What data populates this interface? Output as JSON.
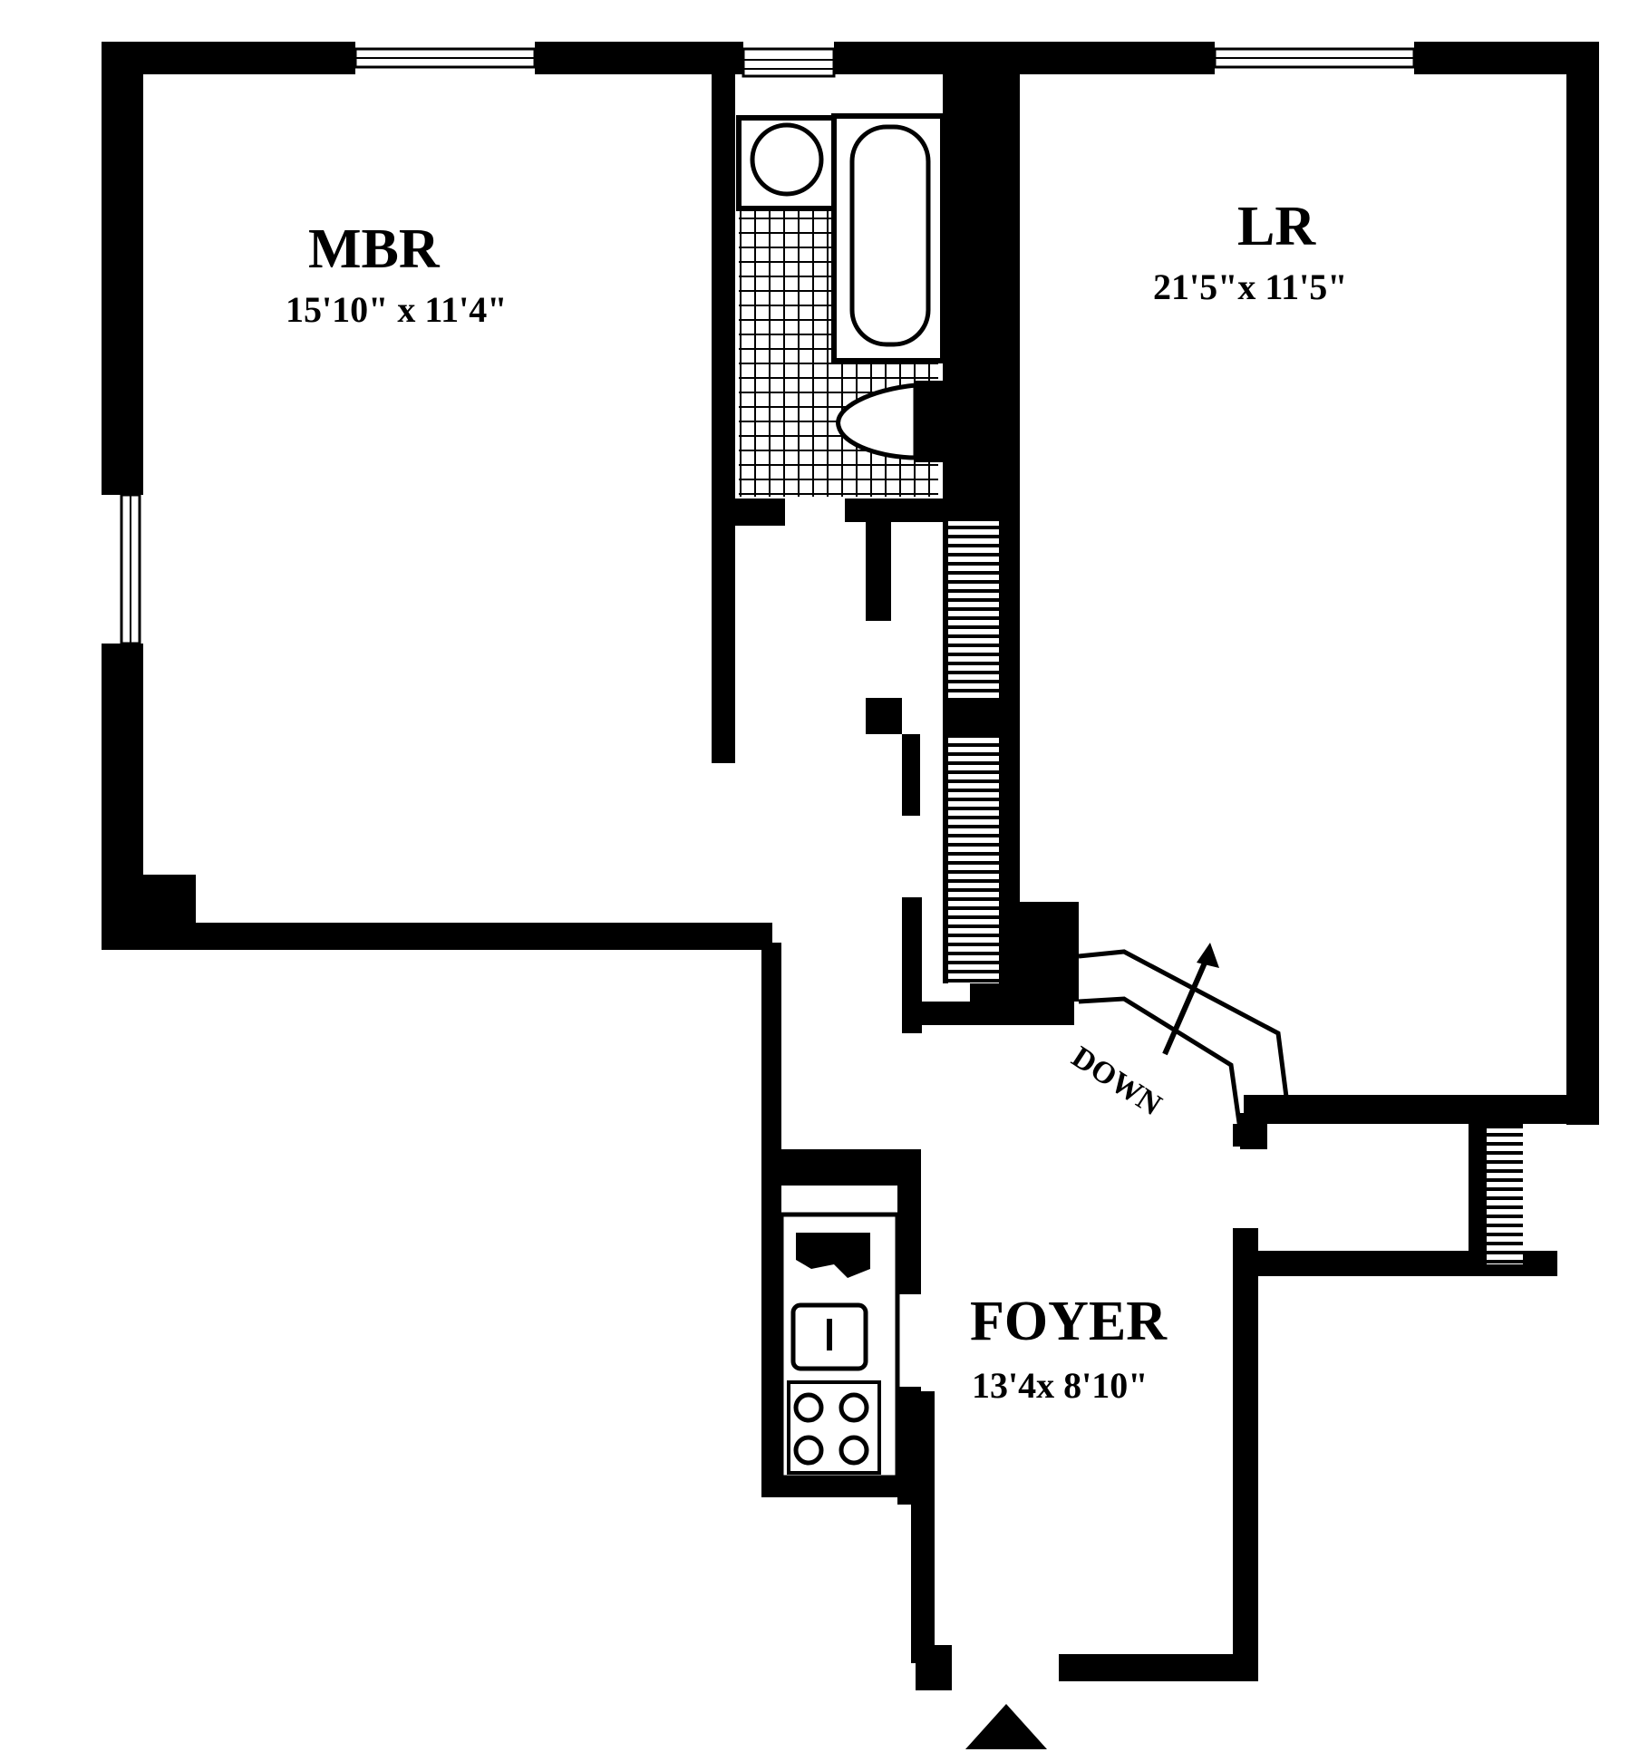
{
  "rooms": {
    "mbr": {
      "name": "MBR",
      "dimensions": "15'10\" x 11'4\""
    },
    "lr": {
      "name": "LR",
      "dimensions": "21'5\"x 11'5\""
    },
    "foyer": {
      "name": "FOYER",
      "dimensions": "13'4x 8'10\""
    }
  },
  "stairs": {
    "label": "DOWN"
  },
  "colors": {
    "ink": "#000000",
    "paper": "#ffffff"
  },
  "icons": {
    "entry": "triangle-entry-icon",
    "stair_arrow": "arrow-up-icon",
    "stove_burners": "burner-icon",
    "toilet": "toilet-icon",
    "bathtub": "bathtub-icon",
    "sink": "sink-icon"
  }
}
